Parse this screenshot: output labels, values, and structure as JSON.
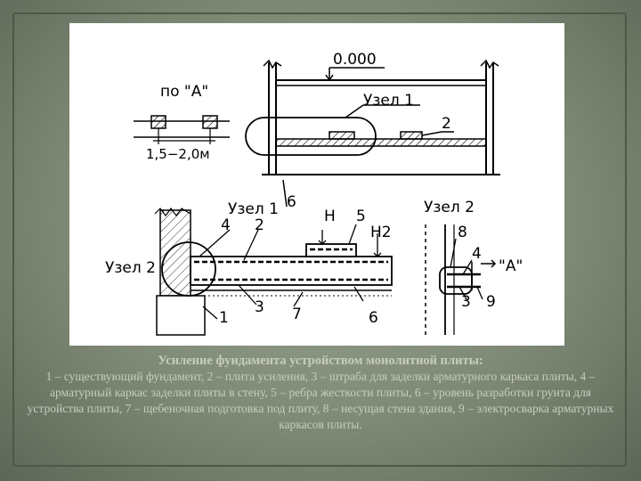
{
  "drawing": {
    "labels": {
      "level": "0.000",
      "view_a": "по \"А\"",
      "node1_top": "Узел 1",
      "num2_top": "2",
      "spacing": "1,5−2,0м",
      "node1_detail": "Узел 1",
      "num6_top": "6",
      "num4_left": "4",
      "num2_left": "2",
      "H_label": "H",
      "num5": "5",
      "H2_label": "H2",
      "node2_left": "Узел 2",
      "num1": "1",
      "num3_bottom": "3",
      "num7": "7",
      "num6_bottom": "6",
      "node2_detail": "Узел 2",
      "num8": "8",
      "num4_right": "4",
      "view_a_right": "\"А\"",
      "num3_right": "3",
      "num9": "9"
    }
  },
  "caption": {
    "title": "Усиление фундамента устройством монолитной плиты:",
    "text": "1 – существующий фундамент, 2 – плита усиления, 3 – штраба для заделки арматурного каркаса плиты, 4 – арматурный каркас заделки плиты в стену, 5 – ребра жесткости плиты, 6 – уровень разработки грунта для устройства плиты, 7 – щебеночная подготовка под плиту, 8 – несущая стена здания, 9 – электросварка арматурных каркасов плиты."
  }
}
